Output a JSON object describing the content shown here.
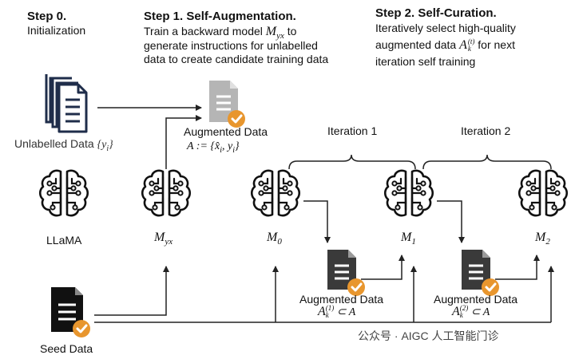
{
  "steps": {
    "step0": {
      "title": "Step 0.",
      "subtitle": "Initialization"
    },
    "step1": {
      "title": "Step 1. Self-Augmentation.",
      "line1_pre": "Train a backward model ",
      "line1_math": "M",
      "line1_sub": "yx",
      "line1_post": " to",
      "line2": "generate instructions for unlabelled",
      "line3": "data to create candidate training data"
    },
    "step2": {
      "title": "Step 2. Self-Curation.",
      "line1": "Iteratively select high-quality",
      "line2_pre": "augmented data ",
      "line2_math": "A",
      "line2_sup": "(t)",
      "line2_sub": "k",
      "line2_post": " for next",
      "line3": "iteration self training"
    }
  },
  "nodes": {
    "unlabelled": {
      "label": "Unlabelled Data ",
      "math": "{y",
      "math_sub": "i",
      "math_close": "}"
    },
    "augmented_top": {
      "label": "Augmented Data",
      "formula": "A := {x̂",
      "formula_sub": "i",
      "formula_mid": ", y",
      "formula_sub2": "i",
      "formula_close": "}"
    },
    "llama": {
      "label": "LLaMA"
    },
    "myx": {
      "label": "M",
      "sub": "yx"
    },
    "m0": {
      "label": "M",
      "sub": "0"
    },
    "m1": {
      "label": "M",
      "sub": "1"
    },
    "m2": {
      "label": "M",
      "sub": "2"
    },
    "aug1": {
      "label": "Augmented Data",
      "math": "A",
      "sup": "(1)",
      "sub": "k",
      "post": " ⊂ A"
    },
    "aug2": {
      "label": "Augmented Data",
      "math": "A",
      "sup": "(2)",
      "sub": "k",
      "post": " ⊂ A"
    },
    "seed": {
      "label": "Seed Data"
    }
  },
  "iterations": [
    "Iteration 1",
    "Iteration 2"
  ],
  "watermark": "公众号 · AIGC 人工智能门诊",
  "colors": {
    "accent": "#e8962e",
    "dark_doc": "#3a3a3a",
    "light_doc": "#b5b5b5",
    "navy": "#1f2d4a",
    "line": "#222222"
  }
}
